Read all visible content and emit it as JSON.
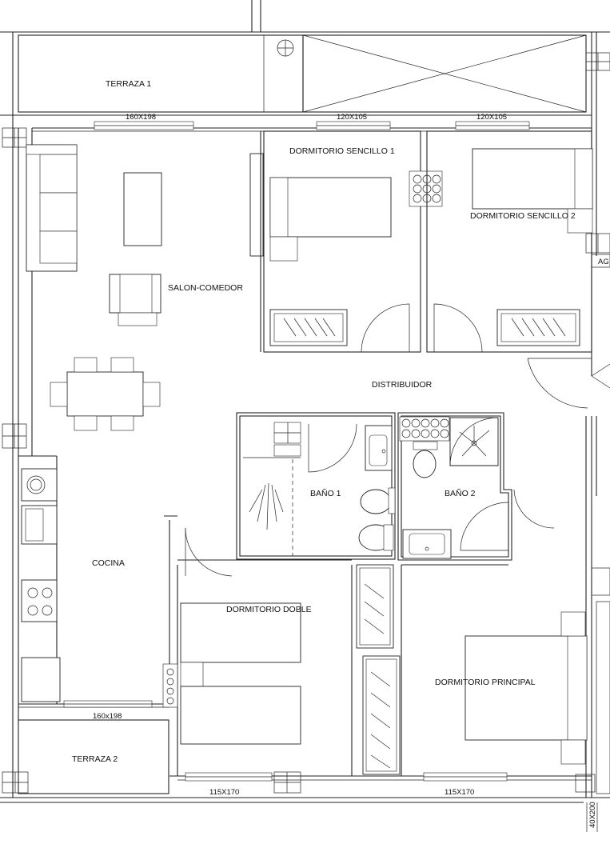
{
  "rooms": {
    "terraza1": "TERRAZA 1",
    "salon": "SALON-COMEDOR",
    "dorm_sencillo1": "DORMITORIO SENCILLO 1",
    "dorm_sencillo2": "DORMITORIO SENCILLO 2",
    "distribuidor": "DISTRIBUIDOR",
    "bano1": "BAÑO 1",
    "bano2": "BAÑO 2",
    "cocina": "COCINA",
    "dorm_doble": "DORMITORIO DOBLE",
    "dorm_principal": "DORMITORIO PRINCIPAL",
    "terraza2": "TERRAZA 2",
    "edge_label": "AG"
  },
  "dimensions": {
    "win_salon": "160X198",
    "win_dorm1": "120X105",
    "win_dorm2": "120X105",
    "win_cocina": "160x198",
    "win_doble": "115X170",
    "win_principal": "115X170",
    "win_side": "40X200"
  }
}
